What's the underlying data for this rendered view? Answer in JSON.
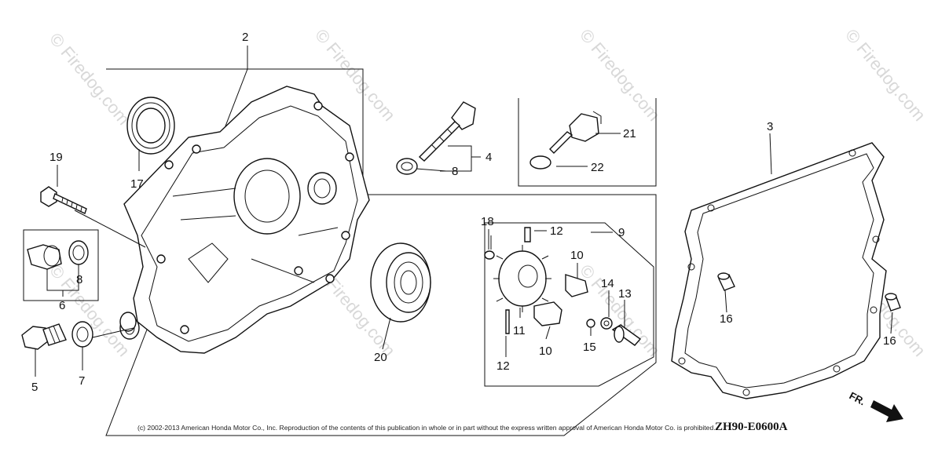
{
  "watermark": "© Firedog.com",
  "labels": {
    "p2": "2",
    "p3": "3",
    "p4": "4",
    "p5": "5",
    "p6": "6",
    "p7": "7",
    "p8a": "8",
    "p8b": "8",
    "p9": "9",
    "p10a": "10",
    "p10b": "10",
    "p11": "11",
    "p12a": "12",
    "p12b": "12",
    "p13": "13",
    "p14": "14",
    "p15": "15",
    "p16a": "16",
    "p16b": "16",
    "p17": "17",
    "p18": "18",
    "p19": "19",
    "p20": "20",
    "p21": "21",
    "p22": "22"
  },
  "copyright": "(c) 2002-2013 American Honda Motor Co., Inc. Reproduction of the contents of this publication in whole or in part without the express written approval of American Honda Motor Co. is prohibited.",
  "diagram_code": "ZH90-E0600A",
  "front_indicator": "FR."
}
